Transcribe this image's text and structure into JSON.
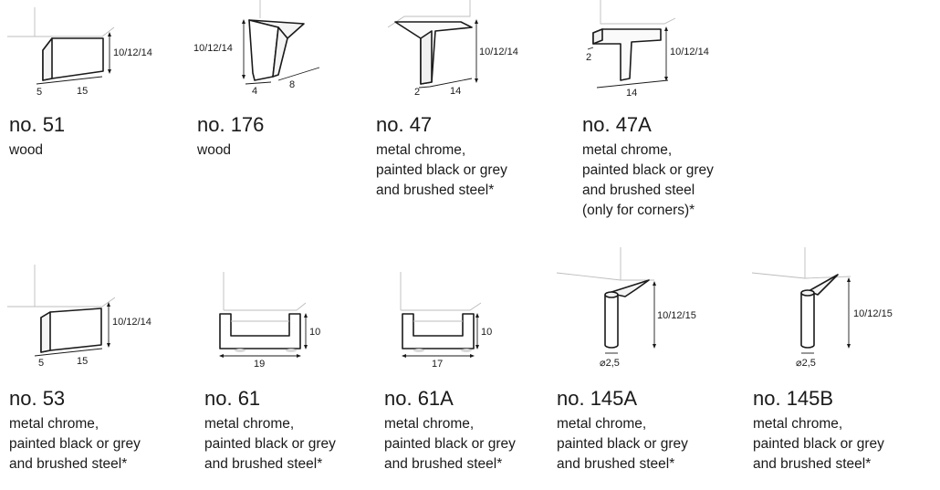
{
  "items": [
    {
      "model": "no. 51",
      "lines": [
        "wood"
      ],
      "dims": {
        "height": "10/12/14",
        "depth": "5",
        "width": "15"
      }
    },
    {
      "model": "no. 176",
      "lines": [
        "wood"
      ],
      "dims": {
        "height": "10/12/14",
        "depth": "4",
        "width": "8"
      }
    },
    {
      "model": "no. 47",
      "lines": [
        "metal chrome,",
        "painted black or grey",
        "and brushed steel*"
      ],
      "dims": {
        "height": "10/12/14",
        "depth": "2",
        "width": "14"
      }
    },
    {
      "model": "no. 47A",
      "lines": [
        "metal chrome,",
        "painted black or grey",
        "and brushed steel",
        "(only for corners)*"
      ],
      "dims": {
        "height": "10/12/14",
        "depth": "2",
        "width": "14"
      }
    },
    {
      "model": "no. 53",
      "lines": [
        "metal chrome,",
        "painted black or grey",
        "and brushed steel*"
      ],
      "dims": {
        "height": "10/12/14",
        "depth": "5",
        "width": "15"
      }
    },
    {
      "model": "no. 61",
      "lines": [
        "metal chrome,",
        "painted black or grey",
        "and brushed steel*"
      ],
      "dims": {
        "height": "10",
        "width": "19"
      }
    },
    {
      "model": "no. 61A",
      "lines": [
        "metal chrome,",
        "painted black or grey",
        "and brushed steel*"
      ],
      "dims": {
        "height": "10",
        "width": "17"
      }
    },
    {
      "model": "no. 145A",
      "lines": [
        "metal chrome,",
        "painted black or grey",
        "and brushed steel*"
      ],
      "dims": {
        "height": "10/12/15",
        "diameter": "⌀2,5"
      }
    },
    {
      "model": "no. 145B",
      "lines": [
        "metal chrome,",
        "painted black or grey",
        "and brushed steel*"
      ],
      "dims": {
        "height": "10/12/15",
        "diameter": "⌀2,5"
      }
    }
  ]
}
